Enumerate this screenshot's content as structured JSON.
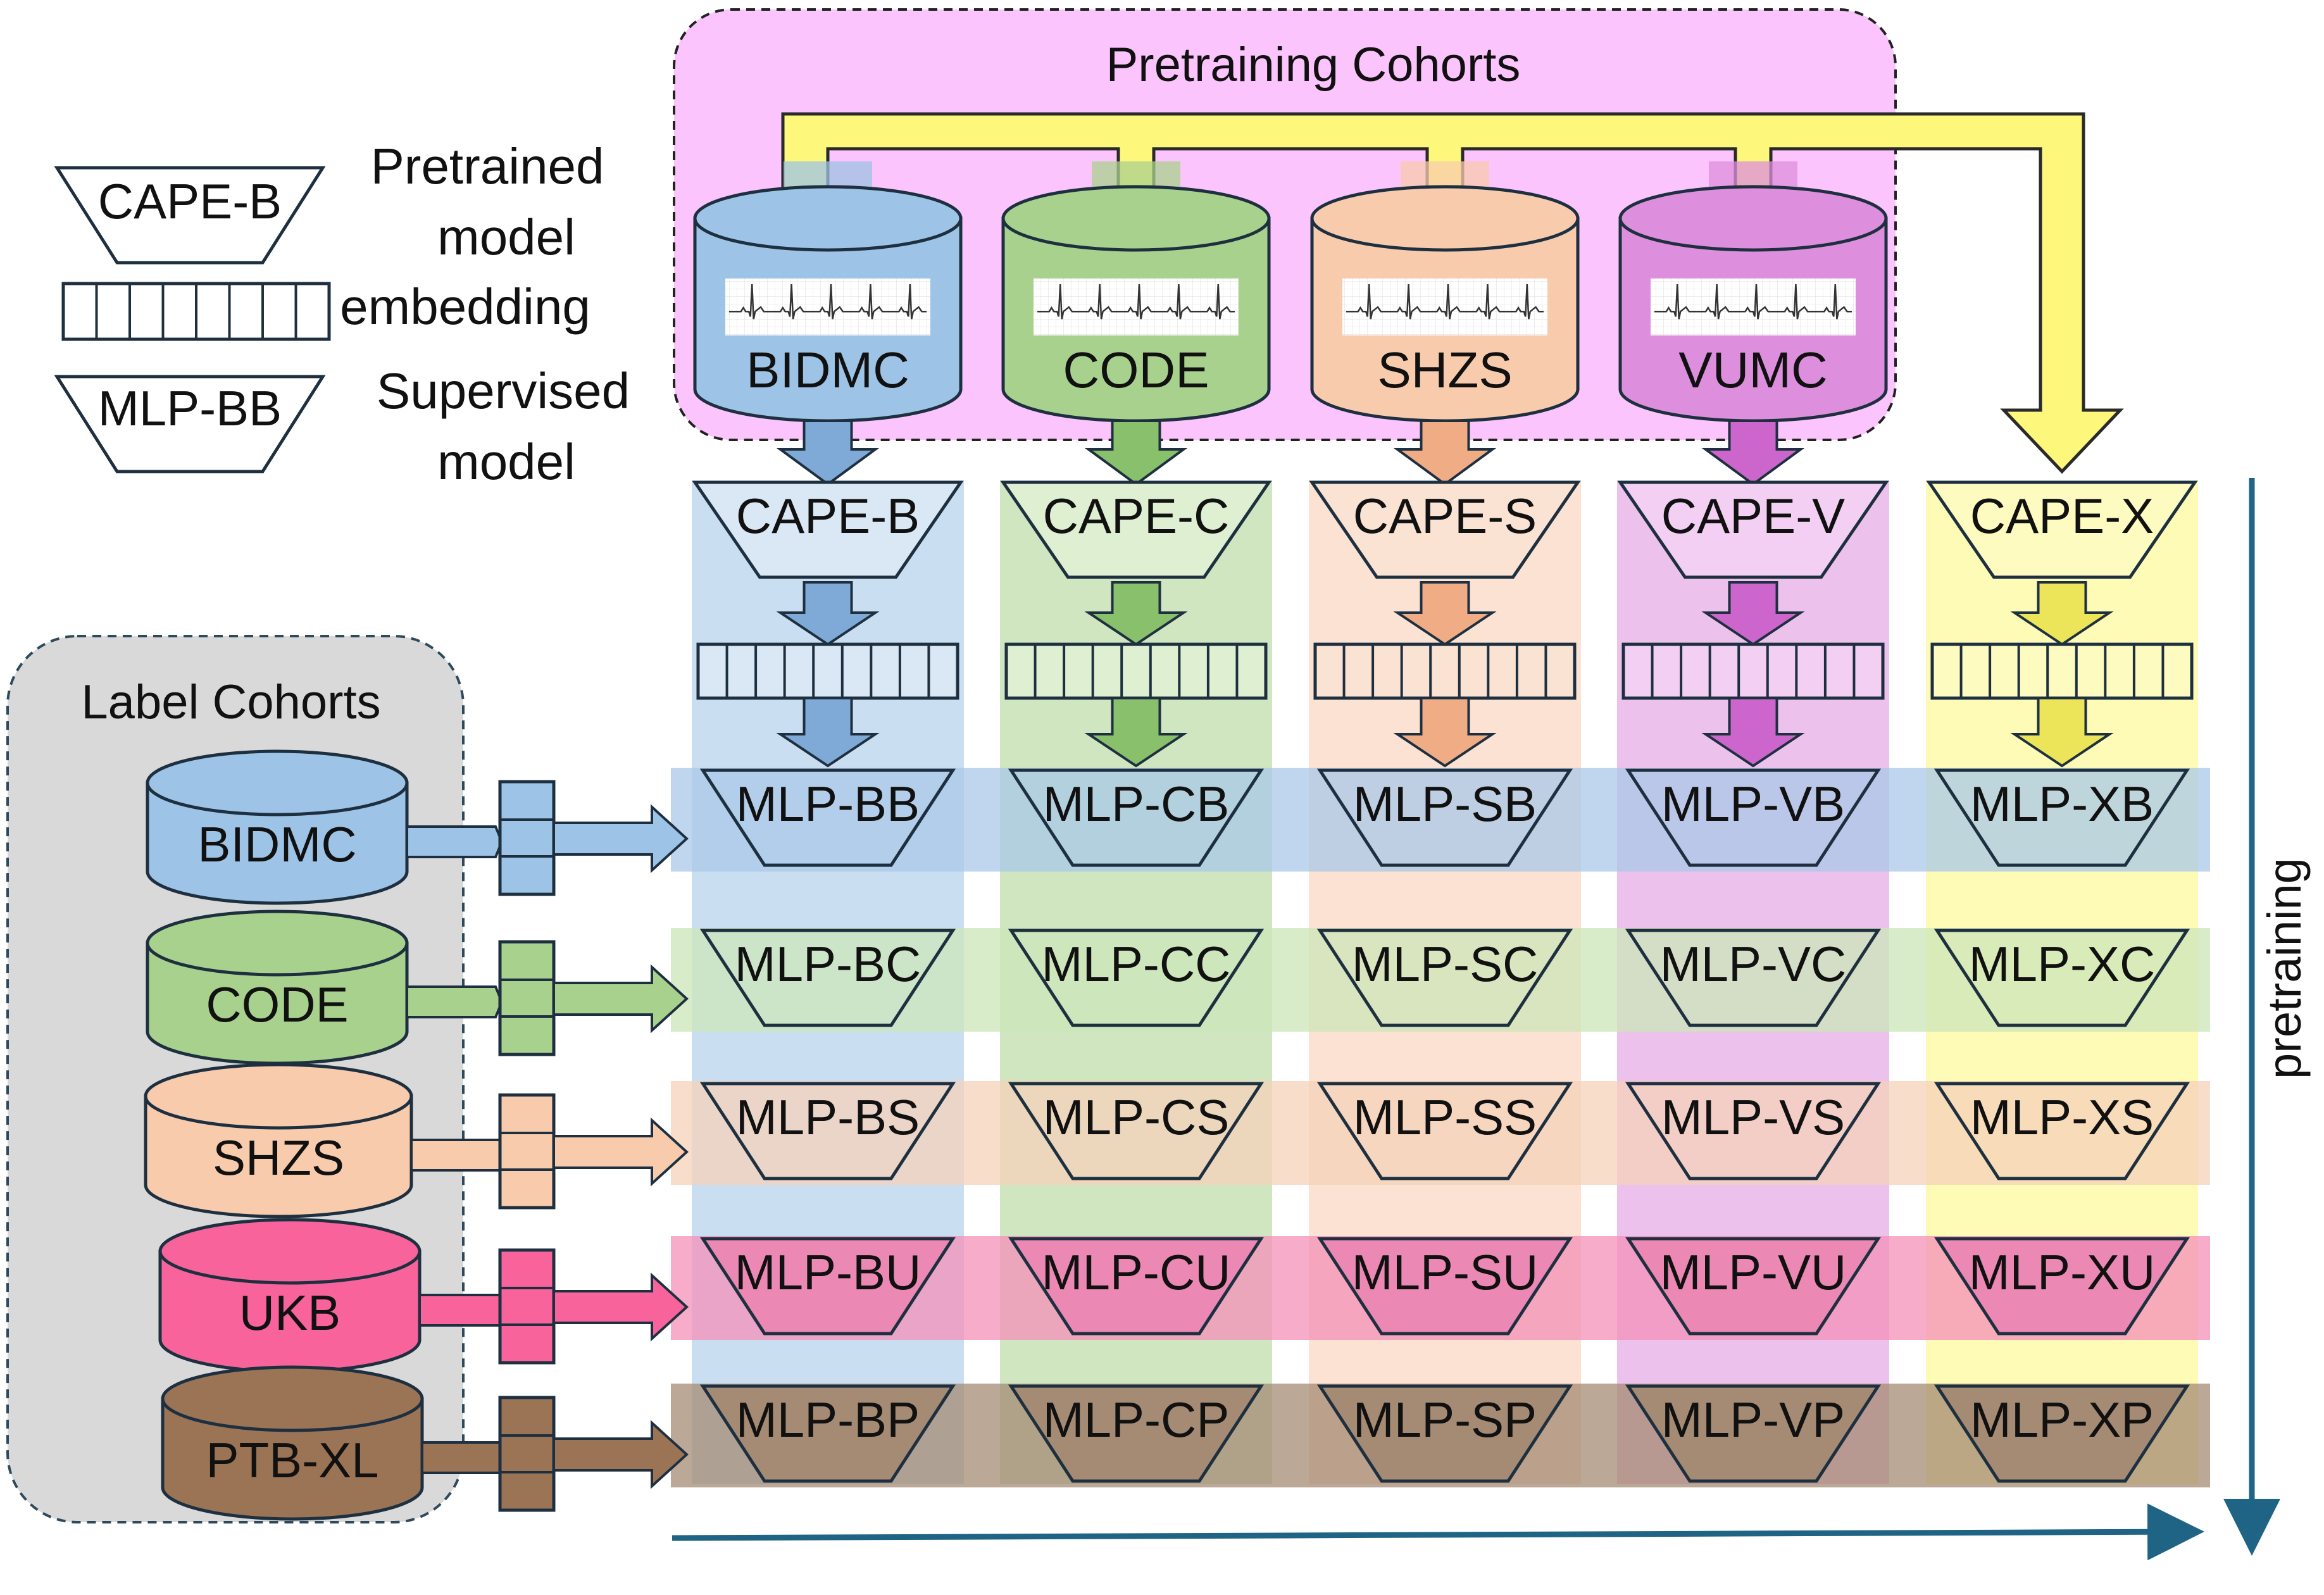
{
  "pretraining_title": "Pretraining Cohorts",
  "label_title": "Label Cohorts",
  "axis_label": "pretraining",
  "legend": {
    "pretrained_label": "CAPE-B",
    "pretrained_caption": [
      "Pretrained",
      "model"
    ],
    "embedding_caption": "embedding",
    "supervised_label": "MLP-BB",
    "supervised_caption": [
      "Supervised",
      "model"
    ]
  },
  "pretrain_cohorts": [
    {
      "id": "b",
      "name": "BIDMC",
      "color": "#9dc3e6",
      "dark": "#7fa9d6",
      "light": "#dae8f5",
      "model": "CAPE-B"
    },
    {
      "id": "c",
      "name": "CODE",
      "color": "#a9d18e",
      "dark": "#88c06c",
      "light": "#dff0d2",
      "model": "CAPE-C"
    },
    {
      "id": "s",
      "name": "SHZS",
      "color": "#f8cbad",
      "dark": "#f0ad85",
      "light": "#fbe3d3",
      "model": "CAPE-S"
    },
    {
      "id": "v",
      "name": "VUMC",
      "color": "#dd8fdd",
      "dark": "#cc66cc",
      "light": "#f3d0f3",
      "model": "CAPE-V"
    }
  ],
  "combined": {
    "id": "x",
    "model": "CAPE-X",
    "color": "#fdf77c",
    "dark": "#ece55a",
    "light": "#fdfbbf"
  },
  "label_cohorts": [
    {
      "id": "b",
      "name": "BIDMC",
      "color": "#9dc3e6",
      "row": "#a9c8e8"
    },
    {
      "id": "c",
      "name": "CODE",
      "color": "#a9d18e",
      "row": "#cce5b8"
    },
    {
      "id": "s",
      "name": "SHZS",
      "color": "#f8cbad",
      "row": "#f6d2ba"
    },
    {
      "id": "u",
      "name": "UKB",
      "color": "#f7639a",
      "row": "#f490b8"
    },
    {
      "id": "p",
      "name": "PTB-XL",
      "color": "#9b7456",
      "row": "#a58b74"
    }
  ],
  "grid": [
    [
      "MLP-BB",
      "MLP-CB",
      "MLP-SB",
      "MLP-VB",
      "MLP-XB"
    ],
    [
      "MLP-BC",
      "MLP-CC",
      "MLP-SC",
      "MLP-VC",
      "MLP-XC"
    ],
    [
      "MLP-BS",
      "MLP-CS",
      "MLP-SS",
      "MLP-VS",
      "MLP-XS"
    ],
    [
      "MLP-BU",
      "MLP-CU",
      "MLP-SU",
      "MLP-VU",
      "MLP-XU"
    ],
    [
      "MLP-BP",
      "MLP-CP",
      "MLP-SP",
      "MLP-VP",
      "MLP-XP"
    ]
  ],
  "colors": {
    "pretrain_box": "#fcc4fc",
    "label_box": "#d9d9d9",
    "axis": "#1f6484",
    "outline": "#1e3040"
  }
}
